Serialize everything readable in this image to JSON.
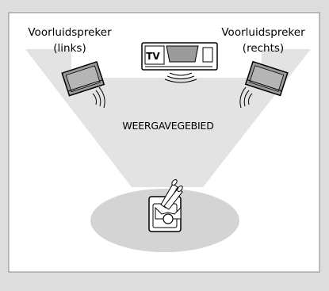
{
  "diagram": {
    "speaker_left": {
      "label_line1": "Voorluidspreker",
      "label_line2": "(links)"
    },
    "speaker_right": {
      "label_line1": "Voorluidspreker",
      "label_line2": "(rechts)"
    },
    "tv": {
      "label": "TV"
    },
    "listening_area": {
      "label": "WEERGAVEGEBIED"
    },
    "colors": {
      "outer_background": "#dddddd",
      "panel_background": "#ffffff",
      "cone_fill": "#e3e3e3",
      "listening_ellipse": "#d4d4d4",
      "speaker_body": "#9a9a9a",
      "outline": "#000000"
    }
  }
}
